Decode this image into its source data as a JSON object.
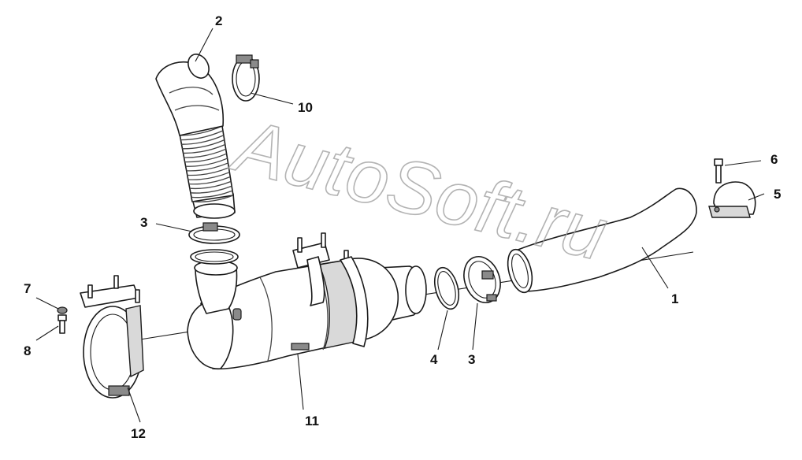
{
  "watermark": "AutoSoft.ru",
  "callouts": {
    "c1": "1",
    "c2": "2",
    "c3a": "3",
    "c3b": "3",
    "c4": "4",
    "c5": "5",
    "c6": "6",
    "c7": "7",
    "c8": "8",
    "c10": "10",
    "c11": "11",
    "c12": "12"
  },
  "icons": {
    "parts": [
      "exhaust-pipe-icon",
      "flex-elbow-pipe-icon",
      "band-clamp-icon",
      "gasket-ring-icon",
      "pipe-bracket-icon",
      "bolt-icon",
      "washer-icon",
      "catalytic-converter-icon",
      "mounting-bracket-icon"
    ]
  }
}
